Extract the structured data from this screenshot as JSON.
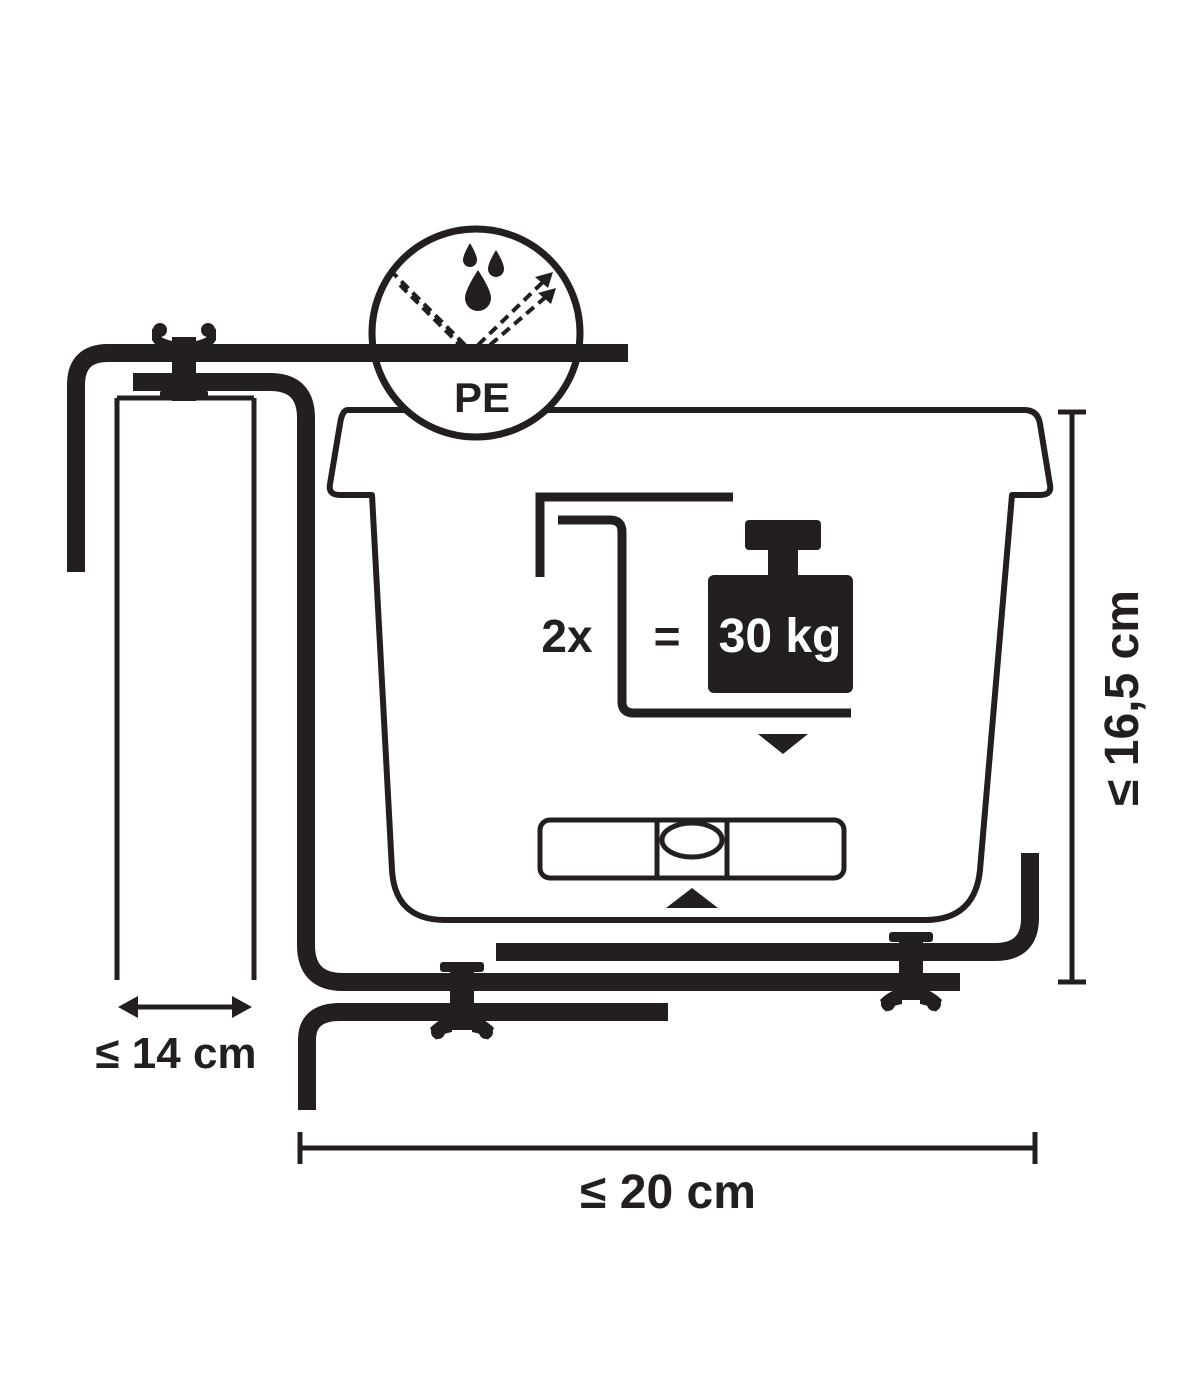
{
  "material_badge": {
    "label": "PE"
  },
  "load_spec": {
    "multiplier": "2x",
    "equals": "=",
    "weight": "30 kg"
  },
  "dimensions": {
    "rail_width": "≤ 14 cm",
    "depth": "≤ 20 cm",
    "height": "≤ 16,5 cm"
  },
  "colors": {
    "ink": "#231f20",
    "background": "#ffffff"
  }
}
